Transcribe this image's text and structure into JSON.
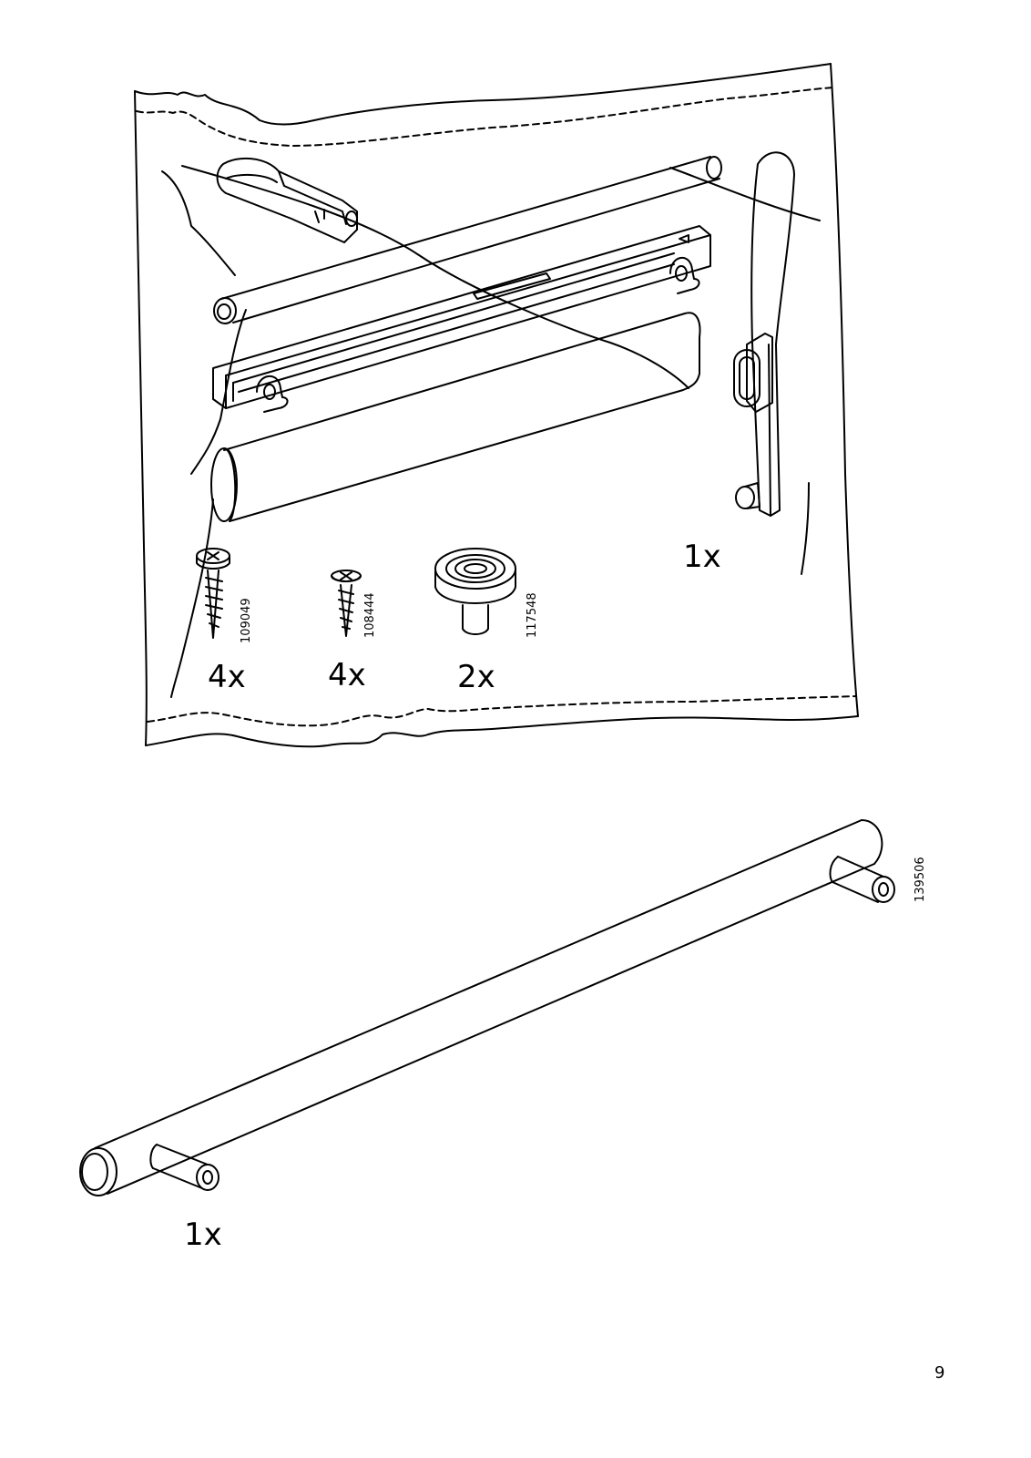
{
  "bag": {
    "parts": [
      {
        "id": "screw-1",
        "part_number": "109049",
        "quantity": "4x"
      },
      {
        "id": "screw-2",
        "part_number": "108444",
        "quantity": "4x"
      },
      {
        "id": "knob",
        "part_number": "117548",
        "quantity": "2x"
      }
    ],
    "bracket_quantity": "1x"
  },
  "handle": {
    "part_number": "139506",
    "quantity": "1x"
  },
  "page_number": "9"
}
